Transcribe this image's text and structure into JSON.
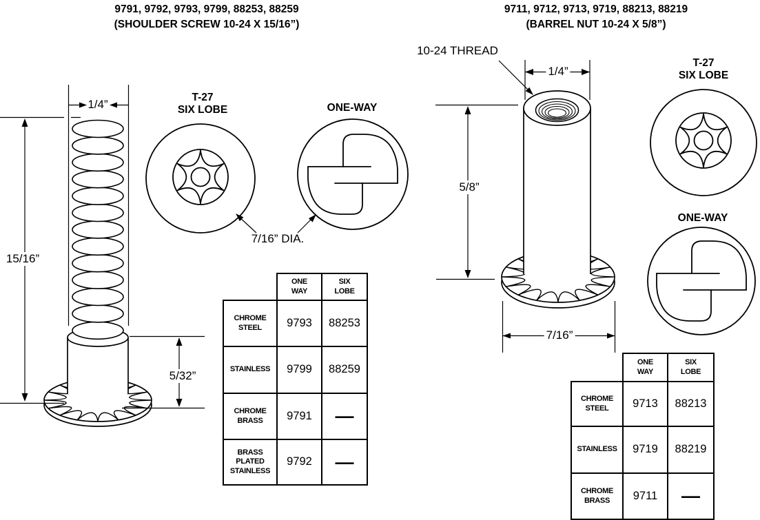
{
  "left_panel": {
    "title_line1": "9791, 9792, 9793, 9799, 88253, 88259",
    "title_line2": "(SHOULDER SCREW 10-24 X 15/16”)",
    "dims": {
      "thread_width": "1/4”",
      "overall_length": "15/16”",
      "shoulder_length": "5/32”",
      "head_diameter": "7/16” DIA."
    },
    "heads": {
      "six_lobe_line1": "T-27",
      "six_lobe_line2": "SIX LOBE",
      "one_way": "ONE-WAY"
    },
    "table": {
      "header_one_way": "ONE WAY",
      "header_six_lobe": "SIX LOBE",
      "rows": [
        {
          "material": "CHROME STEEL",
          "one_way": "9793",
          "six_lobe": "88253"
        },
        {
          "material": "STAINLESS",
          "one_way": "9799",
          "six_lobe": "88259"
        },
        {
          "material": "CHROME BRASS",
          "one_way": "9791",
          "six_lobe": "—"
        },
        {
          "material": "BRASS PLATED STAINLESS",
          "one_way": "9792",
          "six_lobe": "—"
        }
      ]
    }
  },
  "right_panel": {
    "title_line1": "9711, 9712, 9713, 9719, 88213, 88219",
    "title_line2": "(BARREL NUT 10-24 X 5/8”)",
    "thread_callout": "10-24 THREAD",
    "dims": {
      "barrel_width": "1/4”",
      "barrel_length": "5/8”",
      "flange_diameter": "7/16”"
    },
    "heads": {
      "six_lobe_line1": "T-27",
      "six_lobe_line2": "SIX LOBE",
      "one_way": "ONE-WAY"
    },
    "table": {
      "header_one_way": "ONE WAY",
      "header_six_lobe": "SIX LOBE",
      "rows": [
        {
          "material": "CHROME STEEL",
          "one_way": "9713",
          "six_lobe": "88213"
        },
        {
          "material": "STAINLESS",
          "one_way": "9719",
          "six_lobe": "88219"
        },
        {
          "material": "CHROME BRASS",
          "one_way": "9711",
          "six_lobe": "—"
        }
      ]
    }
  },
  "colors": {
    "ink": "#000000",
    "paper": "#ffffff"
  }
}
